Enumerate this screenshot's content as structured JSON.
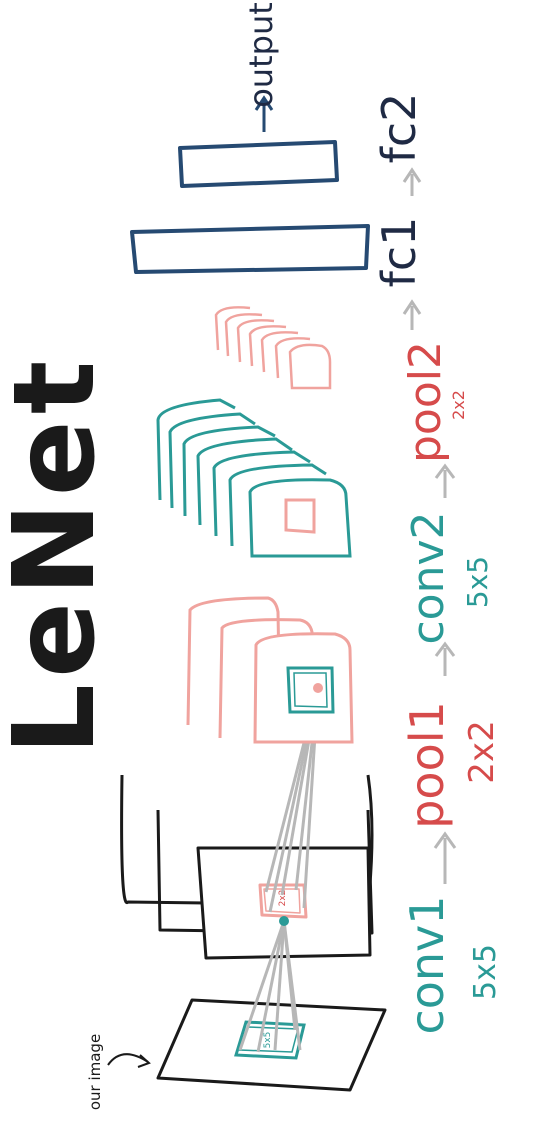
{
  "title": "LeNet",
  "input_note": "our image",
  "kernel_label_input": "5x5",
  "kernel_label_pool": "2x2",
  "layers": [
    {
      "id": "conv1",
      "name": "conv1",
      "detail": "5x5",
      "color": "#2a9a96"
    },
    {
      "id": "pool1",
      "name": "pool1",
      "detail": "2x2",
      "color": "#d64b4b"
    },
    {
      "id": "conv2",
      "name": "conv2",
      "detail": "5x5",
      "color": "#2a9a96"
    },
    {
      "id": "pool2",
      "name": "pool2",
      "detail": "2x2",
      "color": "#d64b4b"
    },
    {
      "id": "fc1",
      "name": "fc1",
      "detail": "",
      "color": "#1f2a44"
    },
    {
      "id": "fc2",
      "name": "fc2",
      "detail": "",
      "color": "#1f2a44"
    }
  ],
  "output_label": "output",
  "colors": {
    "ink": "#1a1a1a",
    "teal": "#2a9a96",
    "salmon": "#f0a39e",
    "red": "#d64b4b",
    "navy": "#264a72",
    "gray": "#b7b7b7"
  }
}
